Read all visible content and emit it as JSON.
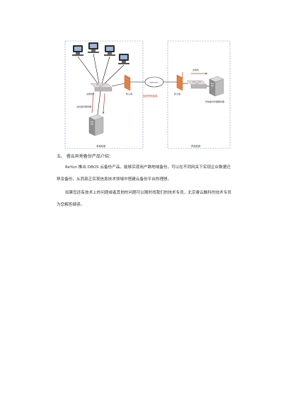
{
  "diagram": {
    "internet_label": "Internet",
    "firewall_left_label": "防火墙",
    "firewall_right_label": "防火墙",
    "vpn_label": "加密专网连接",
    "left_switch_label": "交换机",
    "left_server_label": "主机备份服务器",
    "right_switch_label": "交换机",
    "right_server_label": "异地备份管理服务器",
    "left_site_label": "本地机房",
    "right_site_label": "异地机房"
  },
  "section": {
    "title": "五、  睿云异地备份产品介绍："
  },
  "paragraphs": [
    "ReYun 推出 DBOS 云备份产品，能够实现用户跨地域备份，可以在不同网关下实现企业数据迁移及备份，从而真正实现信息技术领域中搭建云备份平台的理想。",
    "如果您还有技术上的问题或者其他的问题可以随时找我们的技术专员，北京睿云融科的技术专员为您解答疑惑。"
  ]
}
